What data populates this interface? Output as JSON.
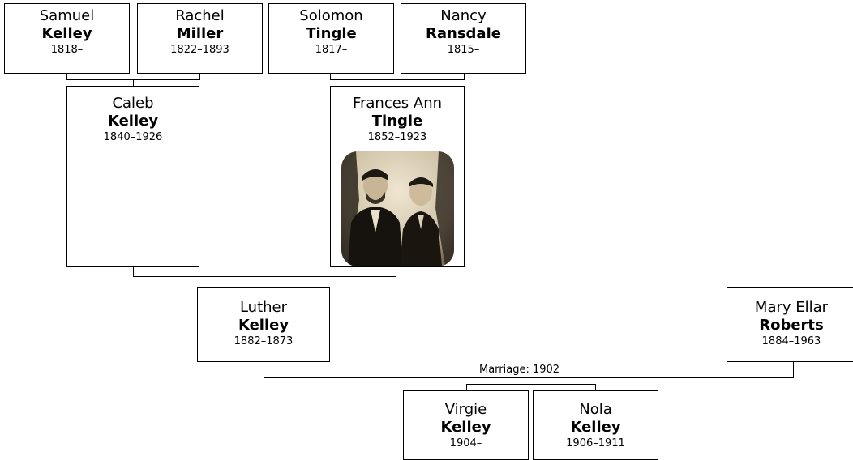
{
  "people": {
    "samuel_kelley": {
      "first": "Samuel",
      "last": "Kelley",
      "dates": "1818–"
    },
    "rachel_miller": {
      "first": "Rachel",
      "last": "Miller",
      "dates": "1822–1893"
    },
    "solomon_tingle": {
      "first": "Solomon",
      "last": "Tingle",
      "dates": "1817–"
    },
    "nancy_ransdale": {
      "first": "Nancy",
      "last": "Ransdale",
      "dates": "1815–"
    },
    "caleb_kelley": {
      "first": "Caleb",
      "last": "Kelley",
      "dates": "1840–1926"
    },
    "frances_tingle": {
      "first": "Frances Ann",
      "last": "Tingle",
      "dates": "1852–1923"
    },
    "luther_kelley": {
      "first": "Luther",
      "last": "Kelley",
      "dates": "1882–1873"
    },
    "mary_roberts": {
      "first": "Mary Ellar",
      "last": "Roberts",
      "dates": "1884–1963"
    },
    "virgie_kelley": {
      "first": "Virgie",
      "last": "Kelley",
      "dates": "1904–"
    },
    "nola_kelley": {
      "first": "Nola",
      "last": "Kelley",
      "dates": "1906–1911"
    }
  },
  "marriage_label": "Marriage: 1902"
}
